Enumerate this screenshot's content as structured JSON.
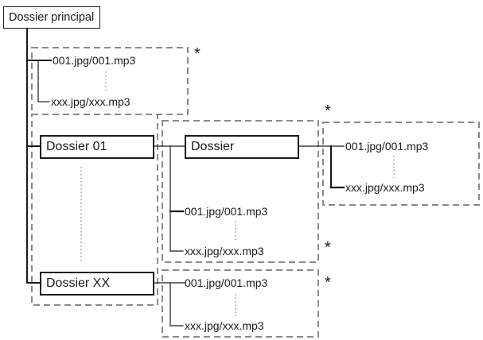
{
  "root": {
    "label": "Dossier principal"
  },
  "folders": {
    "folder01": "Dossier 01",
    "folderXX": "Dossier XX",
    "subfolder": "Dossier"
  },
  "files": {
    "root_first": "001.jpg/001.mp3",
    "root_last": "xxx.jpg/xxx.mp3",
    "sub_first": "001.jpg/001.mp3",
    "sub_last": "xxx.jpg/xxx.mp3",
    "d01_first": "001.jpg/001.mp3",
    "d01_last": "xxx.jpg/xxx.mp3",
    "dxx_first": "001.jpg/001.mp3",
    "dxx_last": "xxx.jpg/xxx.mp3"
  },
  "note_marker": "*"
}
